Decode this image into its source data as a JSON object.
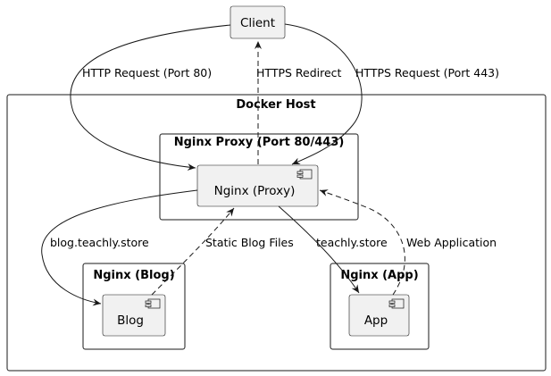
{
  "colors": {
    "node_fill": "#f1f1f1",
    "stroke": "#181818",
    "background": "#ffffff"
  },
  "nodes": {
    "client": "Client",
    "proxy": "Nginx (Proxy)",
    "blog": "Blog",
    "app": "App"
  },
  "containers": {
    "docker_host": "Docker Host",
    "proxy_group": "Nginx Proxy (Port 80/443)",
    "blog_group": "Nginx (Blog)",
    "app_group": "Nginx (App)"
  },
  "edges": {
    "http_request": "HTTP Request (Port 80)",
    "https_redirect": "HTTPS Redirect",
    "https_request": "HTTPS Request (Port 443)",
    "blog_route": "blog.teachly.store",
    "static_blog_files": "Static Blog Files",
    "app_route": "teachly.store",
    "web_application": "Web Application"
  },
  "icons": {
    "component": "component-icon"
  }
}
